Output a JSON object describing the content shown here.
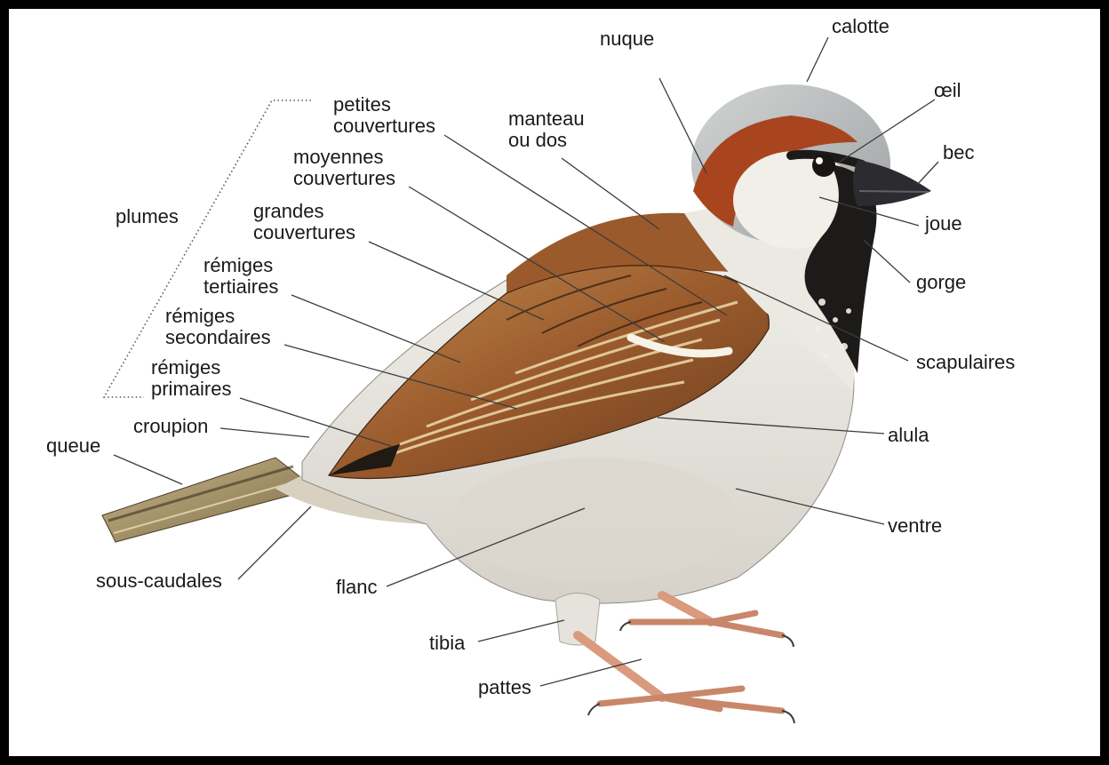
{
  "labels": {
    "calotte": "calotte",
    "nuque": "nuque",
    "oeil": "œil",
    "bec": "bec",
    "joue": "joue",
    "gorge": "gorge",
    "scapulaires": "scapulaires",
    "alula": "alula",
    "ventre": "ventre",
    "flanc": "flanc",
    "tibia": "tibia",
    "pattes": "pattes",
    "sous_caudales": "sous-caudales",
    "queue": "queue",
    "croupion": "croupion",
    "plumes": "plumes",
    "manteau": [
      "manteau",
      "ou dos"
    ],
    "petites_couvertures": [
      "petites",
      "couvertures"
    ],
    "moyennes_couvertures": [
      "moyennes",
      "couvertures"
    ],
    "grandes_couvertures": [
      "grandes",
      "couvertures"
    ],
    "remiges_tertiaires": [
      "rémiges",
      "tertiaires"
    ],
    "remiges_secondaires": [
      "rémiges",
      "secondaires"
    ],
    "remiges_primaires": [
      "rémiges",
      "primaires"
    ]
  },
  "colors": {
    "frame": "#000000",
    "background": "#ffffff",
    "label_text": "#1a1a1a",
    "crown_gray": "#b9bcbd",
    "nape_chestnut": "#a8451f",
    "cheek_white": "#f1efe7",
    "bib_black": "#1d1b19",
    "wing_brown": "#9a5a2c",
    "feather_buff": "#d9c08a",
    "belly_white": "#e9e6df",
    "leg_pink": "#d99a7e"
  }
}
